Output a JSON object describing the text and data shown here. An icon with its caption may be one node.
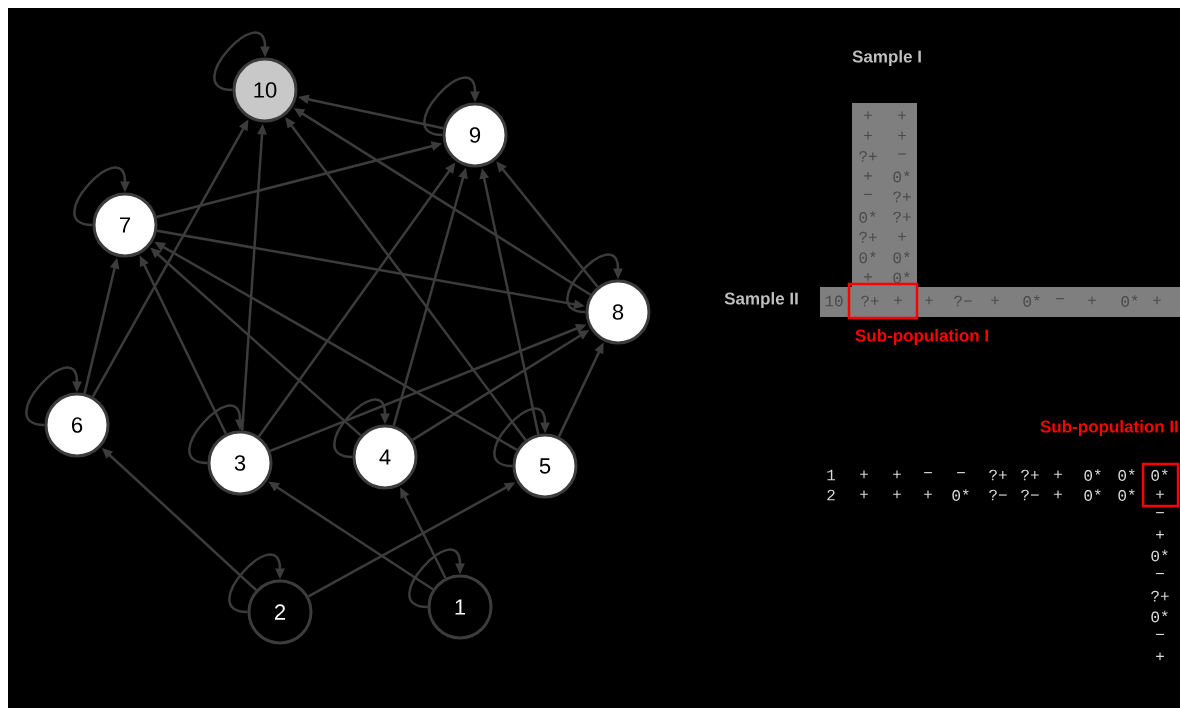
{
  "diagram": {
    "nodes": [
      {
        "text": [
          "10"
        ]
      },
      {
        "text": [
          "9"
        ]
      },
      {
        "text": [
          "7"
        ]
      },
      {
        "text": [
          "8"
        ]
      },
      {
        "text": [
          "6"
        ]
      },
      {
        "text": [
          "3"
        ]
      },
      {
        "text": [
          "4"
        ]
      },
      {
        "text": [
          "5"
        ]
      },
      {
        "text": [
          "2"
        ]
      },
      {
        "text": [
          "1"
        ]
      }
    ],
    "edges": [
      {
        "from": 0,
        "to": 0,
        "arrow": "to"
      },
      {
        "from": 1,
        "to": 1,
        "arrow": "to"
      },
      {
        "from": 2,
        "to": 2,
        "arrow": "to"
      },
      {
        "from": 3,
        "to": 3,
        "arrow": "to"
      },
      {
        "from": 4,
        "to": 4,
        "arrow": "to"
      },
      {
        "from": 5,
        "to": 5,
        "arrow": "to"
      },
      {
        "from": 6,
        "to": 6,
        "arrow": "to"
      },
      {
        "from": 7,
        "to": 7,
        "arrow": "to"
      },
      {
        "from": 8,
        "to": 8,
        "arrow": "to"
      },
      {
        "from": 9,
        "to": 9,
        "arrow": "to"
      },
      {
        "from": 1,
        "to": 0,
        "arrow": "to"
      },
      {
        "from": 2,
        "to": 1,
        "arrow": "to"
      },
      {
        "from": 4,
        "to": 0,
        "arrow": "to"
      },
      {
        "from": 5,
        "to": 0,
        "arrow": "to"
      },
      {
        "from": 7,
        "to": 0,
        "arrow": "to"
      },
      {
        "from": 3,
        "to": 0,
        "arrow": "to"
      },
      {
        "from": 3,
        "to": 1,
        "arrow": "to"
      },
      {
        "from": 2,
        "to": 3,
        "arrow": "to"
      },
      {
        "from": 5,
        "to": 1,
        "arrow": "to"
      },
      {
        "from": 6,
        "to": 1,
        "arrow": "to"
      },
      {
        "from": 7,
        "to": 1,
        "arrow": "to"
      },
      {
        "from": 4,
        "to": 2,
        "arrow": "to"
      },
      {
        "from": 5,
        "to": 2,
        "arrow": "to"
      },
      {
        "from": 6,
        "to": 2,
        "arrow": "to"
      },
      {
        "from": 7,
        "to": 2,
        "arrow": "to"
      },
      {
        "from": 5,
        "to": 3,
        "arrow": "to"
      },
      {
        "from": 6,
        "to": 3,
        "arrow": "to"
      },
      {
        "from": 7,
        "to": 3,
        "arrow": "to"
      },
      {
        "from": 8,
        "to": 4,
        "arrow": "to"
      },
      {
        "from": 8,
        "to": 7,
        "arrow": "to"
      },
      {
        "from": 9,
        "to": 5,
        "arrow": "to"
      },
      {
        "from": 9,
        "to": 6,
        "arrow": "to"
      }
    ],
    "labels": [
      "Sample I",
      "+",
      "+",
      "+",
      "+",
      "?+",
      "−",
      "+",
      "0*",
      "−",
      "?+",
      "0*",
      "?+",
      "?+",
      "+",
      "0*",
      "0*",
      "+",
      "0*",
      "Sample II",
      "10",
      "?+",
      "+",
      "+",
      "?−",
      "+",
      "0*",
      "−",
      "+",
      "0*",
      "+",
      "Sub-population I",
      "Sub-population II",
      "1",
      "+",
      "+",
      "−",
      "−",
      "?+",
      "?+",
      "+",
      "0*",
      "0*",
      "0*",
      "2",
      "+",
      "+",
      "+",
      "0*",
      "?−",
      "?−",
      "+",
      "0*",
      "0*",
      "+",
      "−",
      "+",
      "0*",
      "−",
      "?+",
      "0*",
      "−",
      "+"
    ]
  }
}
